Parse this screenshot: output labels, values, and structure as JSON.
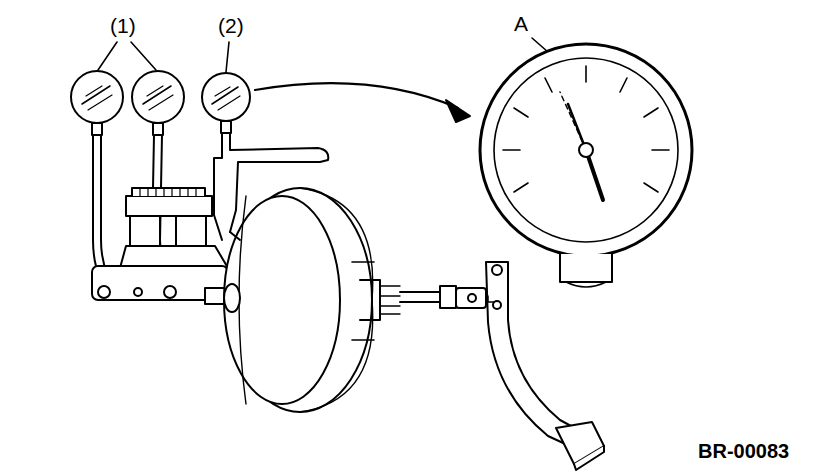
{
  "diagram": {
    "labels": [
      "(1)",
      "(2)",
      "A",
      "BR-00083"
    ]
  }
}
